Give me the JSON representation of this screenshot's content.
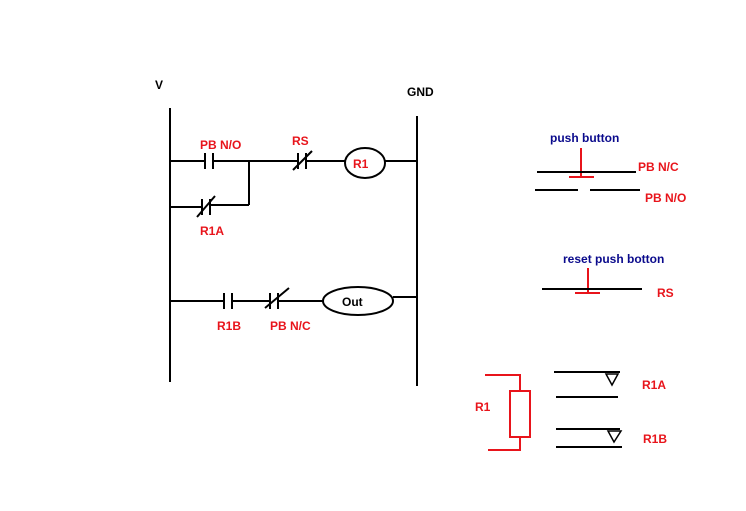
{
  "rails": {
    "supply": "V",
    "ground": "GND"
  },
  "rung1": {
    "pb_no": "PB N/O",
    "rs": "RS",
    "coil": "R1",
    "seal_in": "R1A"
  },
  "rung2": {
    "contact": "R1B",
    "pb_nc": "PB N/C",
    "coil": "Out"
  },
  "legend": {
    "push_button": {
      "title": "push button",
      "nc": "PB N/C",
      "no": "PB N/O"
    },
    "reset": {
      "title": "reset push botton",
      "label": "RS"
    },
    "relay": {
      "coil": "R1",
      "contact_a": "R1A",
      "contact_b": "R1B"
    }
  },
  "colors": {
    "label_red": "#e8141b",
    "label_blue": "#0a0a8c",
    "wire": "#000000"
  }
}
